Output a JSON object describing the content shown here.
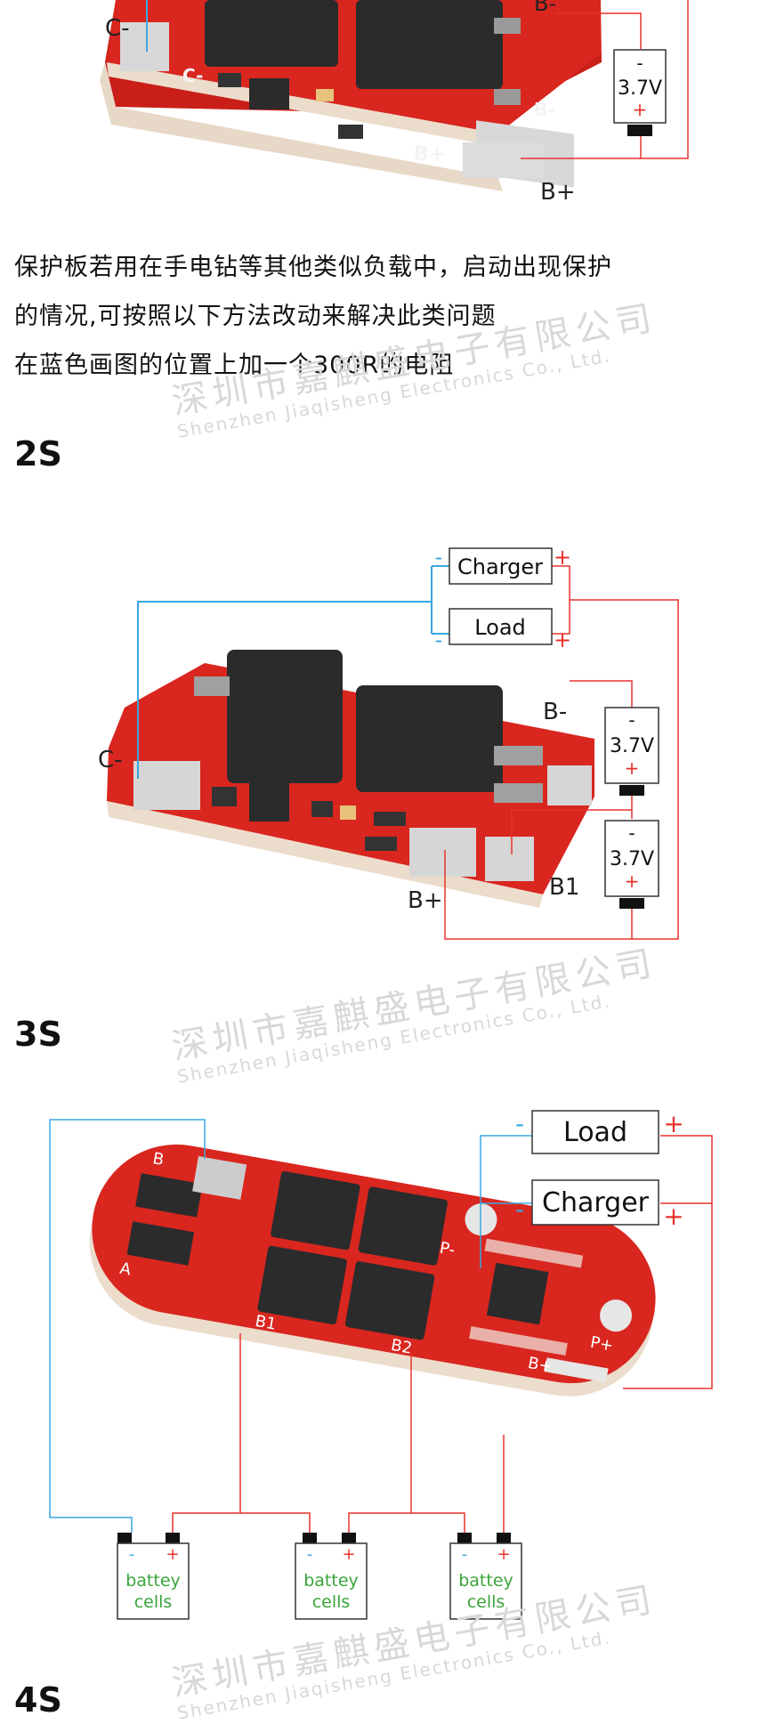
{
  "intro": {
    "line1": "保护板若用在手电钻等其他类似负载中，启动出现保护",
    "line2": "的情况,可按照以下方法改动来解决此类问题",
    "line3": "在蓝色画图的位置上加一个300R的电阻"
  },
  "watermark": {
    "cn": "深圳市嘉麒盛电子有限公司",
    "en": "Shenzhen Jiaqisheng Electronics Co., Ltd."
  },
  "section_1s": {
    "labels": {
      "c_minus": "C-",
      "b_minus": "B-",
      "b_plus": "B+",
      "board_c": "C-",
      "board_b_minus": "B-",
      "board_b_plus": "B+"
    },
    "cell": {
      "minus": "-",
      "voltage": "3.7V",
      "plus": "+"
    }
  },
  "section_2s": {
    "title": "2S",
    "charger": {
      "label": "Charger",
      "minus": "-",
      "plus": "+"
    },
    "load": {
      "label": "Load",
      "minus": "-",
      "plus": "+"
    },
    "labels": {
      "c_minus": "C-",
      "b_minus": "B-",
      "b_plus": "B+",
      "b1": "B1"
    },
    "cells": [
      {
        "minus": "-",
        "voltage": "3.7V",
        "plus": "+"
      },
      {
        "minus": "-",
        "voltage": "3.7V",
        "plus": "+"
      }
    ]
  },
  "section_3s": {
    "title": "3S",
    "load": {
      "label": "Load",
      "minus": "-",
      "plus": "+"
    },
    "charger": {
      "label": "Charger",
      "minus": "-",
      "plus": "+"
    },
    "board_labels": {
      "b": "B",
      "a": "A",
      "b1": "B1",
      "b2": "B2",
      "pminus": "P-",
      "pplus": "P+",
      "bplus": "B+"
    },
    "cells": [
      {
        "label_line1": "battey",
        "label_line2": "cells",
        "minus": "-",
        "plus": "+"
      },
      {
        "label_line1": "battey",
        "label_line2": "cells",
        "minus": "-",
        "plus": "+"
      },
      {
        "label_line1": "battey",
        "label_line2": "cells",
        "minus": "-",
        "plus": "+"
      }
    ]
  },
  "section_4s": {
    "title": "4S"
  },
  "colors": {
    "red_wire": "#e8322d",
    "blue_wire": "#3aa7e0",
    "pcb_red": "#d9261f",
    "mosfet": "#2b2b2b",
    "green_text": "#3aa53a"
  }
}
